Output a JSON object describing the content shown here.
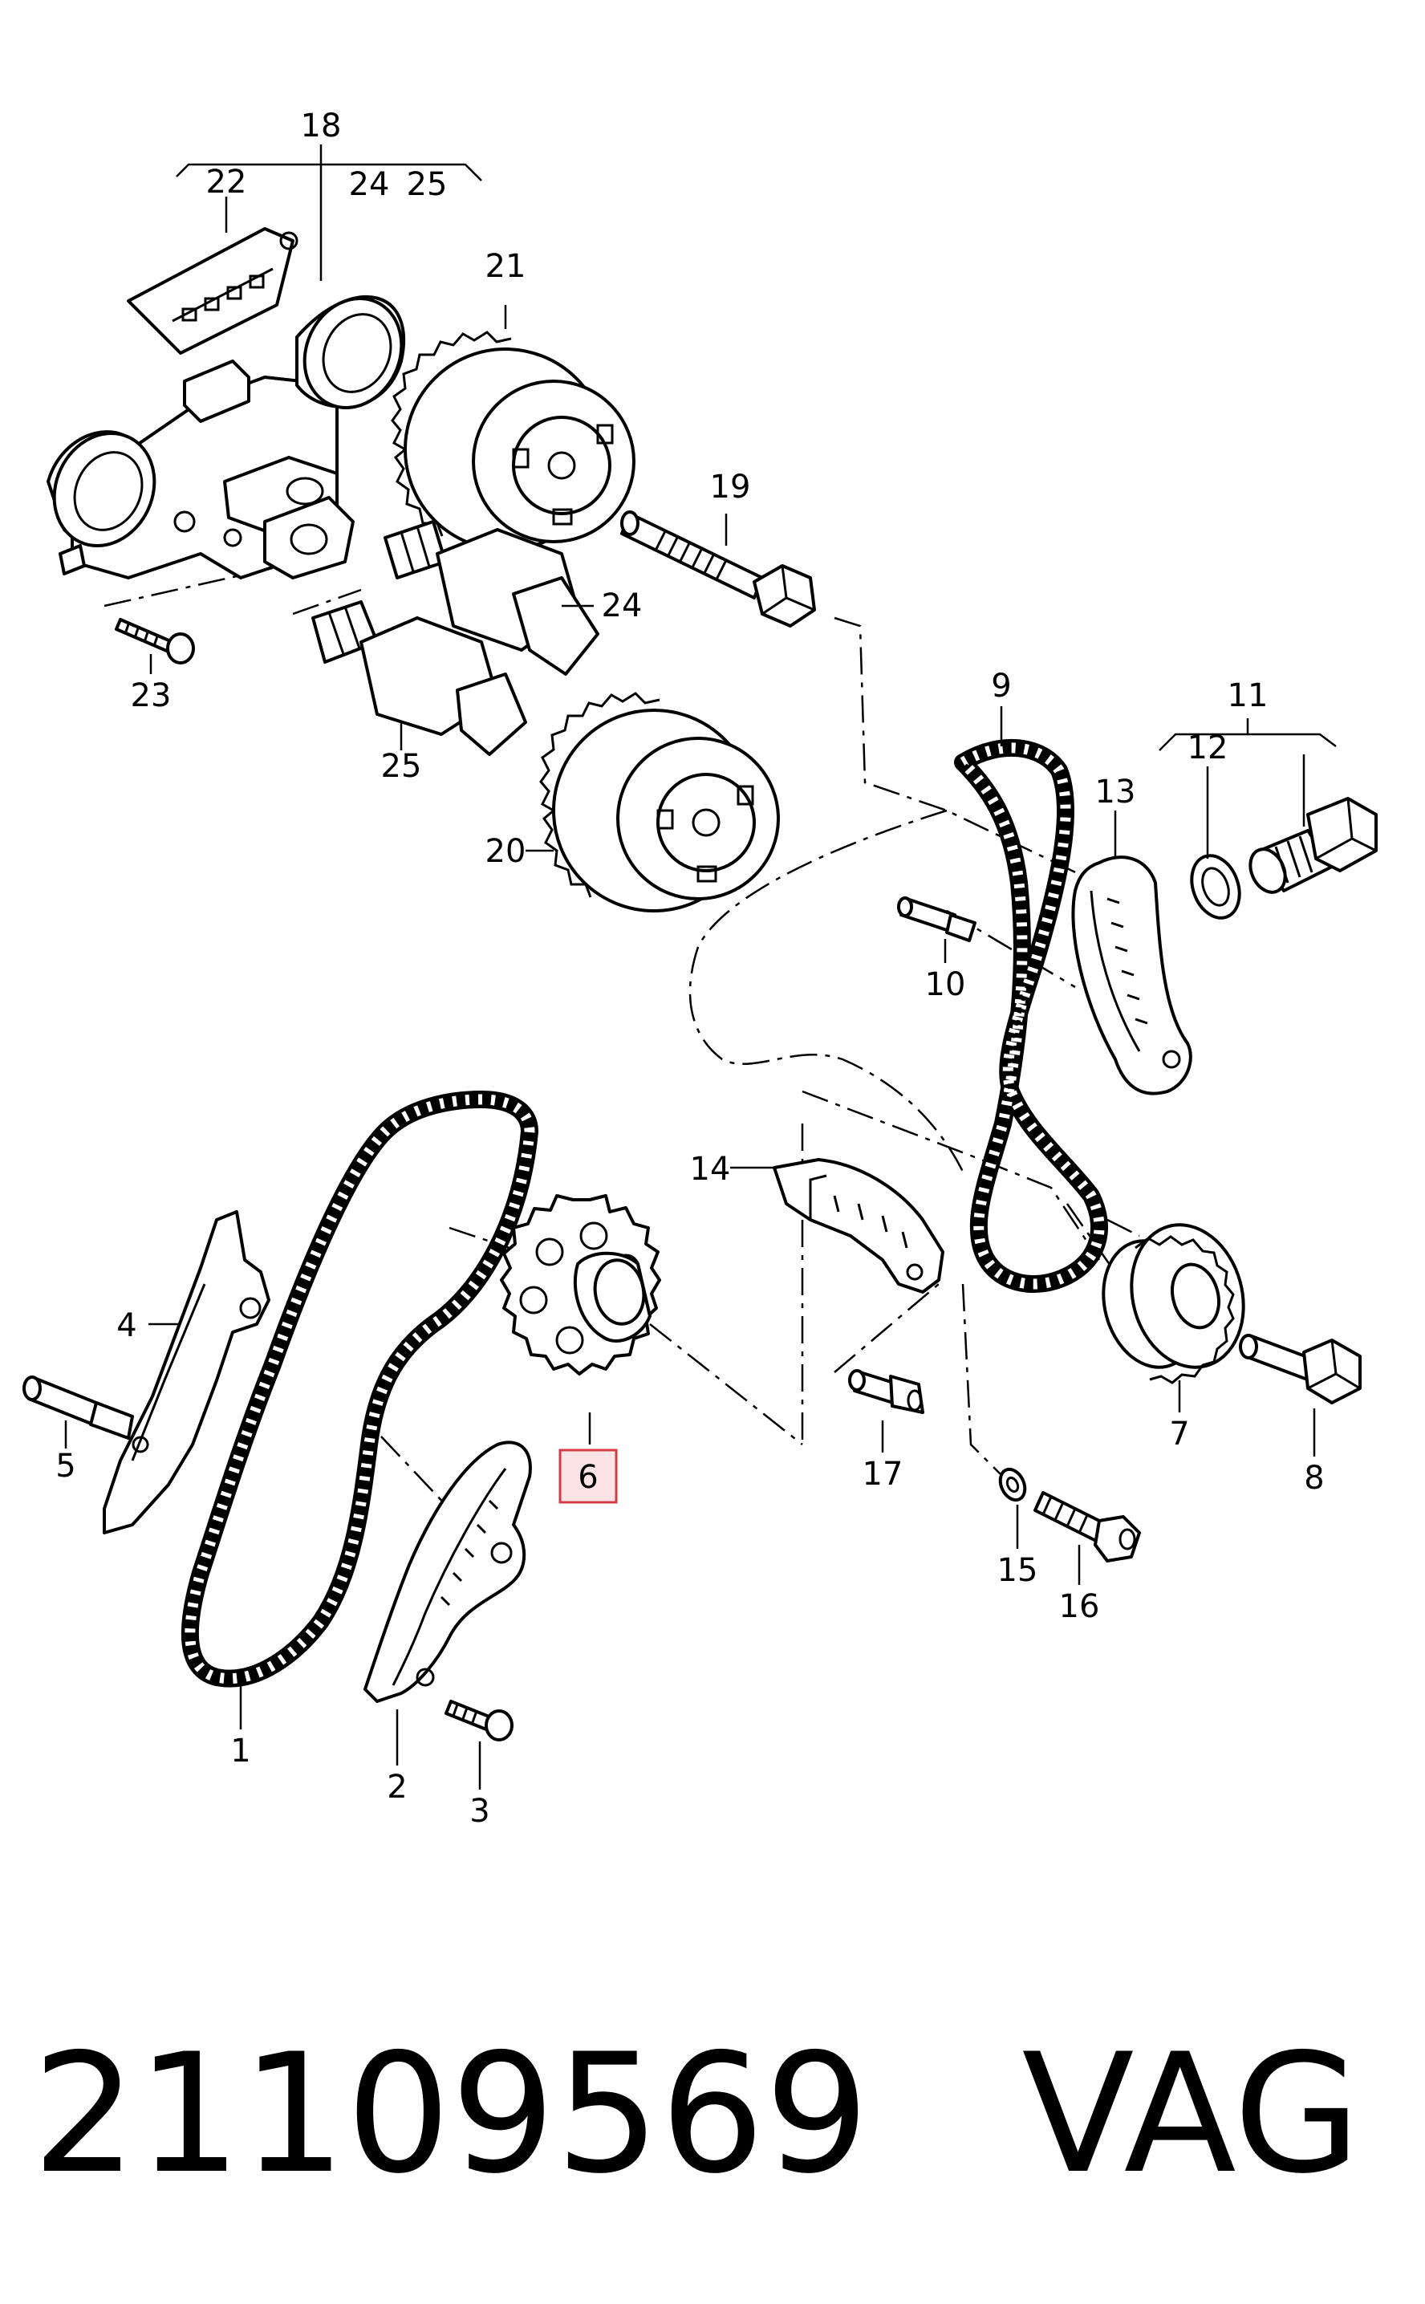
{
  "callouts": {
    "c18": "18",
    "c22": "22",
    "c24a": "24",
    "c25a": "25",
    "c21": "21",
    "c19": "19",
    "c24": "24",
    "c23": "23",
    "c25": "25",
    "c20": "20",
    "c9": "9",
    "c11": "11",
    "c12": "12",
    "c13": "13",
    "c10": "10",
    "c14": "14",
    "c4": "4",
    "c5": "5",
    "c6": "6",
    "c17": "17",
    "c7": "7",
    "c8": "8",
    "c15": "15",
    "c16": "16",
    "c1": "1",
    "c2": "2",
    "c3": "3"
  },
  "highlighted_part": "6",
  "colors": {
    "highlight_border": "#d23c46",
    "highlight_fill": "#fce4e6",
    "ink": "#000000"
  },
  "footer": {
    "part_number": "21109569",
    "brand": "VAG"
  }
}
